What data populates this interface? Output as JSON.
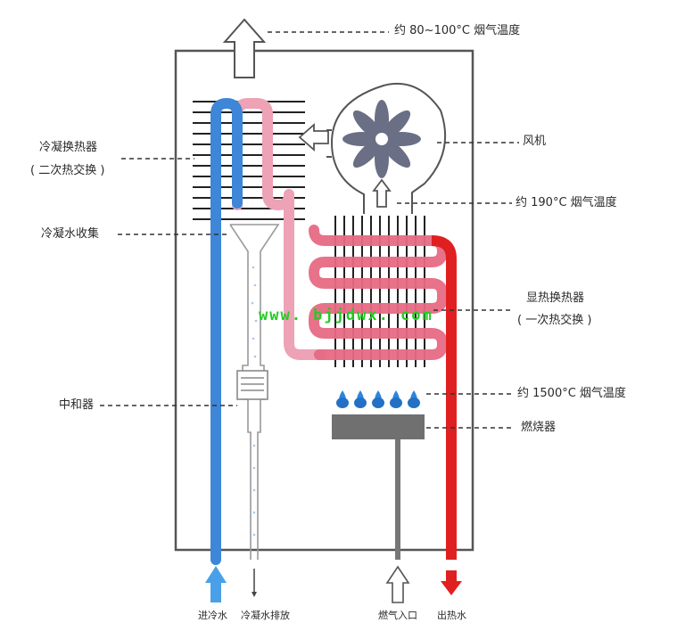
{
  "colors": {
    "cold_pipe": "#3d86d8",
    "hot_pipe": "#e02020",
    "secondary_exchanger_pipe": "#eda2b6",
    "primary_exchanger_pipe": "#e66a84",
    "fins": "#222222",
    "flame": "#2a86e0",
    "burner": "#707070",
    "fan": "#6a6f86",
    "watermark": "#22cc22"
  },
  "labels": {
    "flue_temp_top": "约 80~100°C 烟气温度",
    "fan": "风机",
    "flue_temp_mid": "约 190°C 烟气温度",
    "condensing_exchanger_line1": "冷凝换热器",
    "condensing_exchanger_line2": "( 二次热交换 )",
    "condensate_collect": "冷凝水收集",
    "sensible_exchanger_line1": "显热换热器",
    "sensible_exchanger_line2": "( 一次热交换 )",
    "flue_temp_low": "约 1500°C 烟气温度",
    "neutralizer": "中和器",
    "burner": "燃烧器",
    "inlet_cold_water": "进冷水",
    "condensate_drain": "冷凝水排放",
    "gas_inlet": "燃气入口",
    "outlet_hot_water": "出热水"
  },
  "watermark": "www. bjjdwx. com",
  "icons": [
    "exhaust-arrow-icon",
    "fan-icon",
    "airflow-arrow-icon",
    "flame-icon",
    "cold-water-inlet-arrow-icon",
    "gas-inlet-arrow-icon",
    "hot-water-outlet-arrow-icon",
    "condensate-drain-arrow-icon"
  ]
}
